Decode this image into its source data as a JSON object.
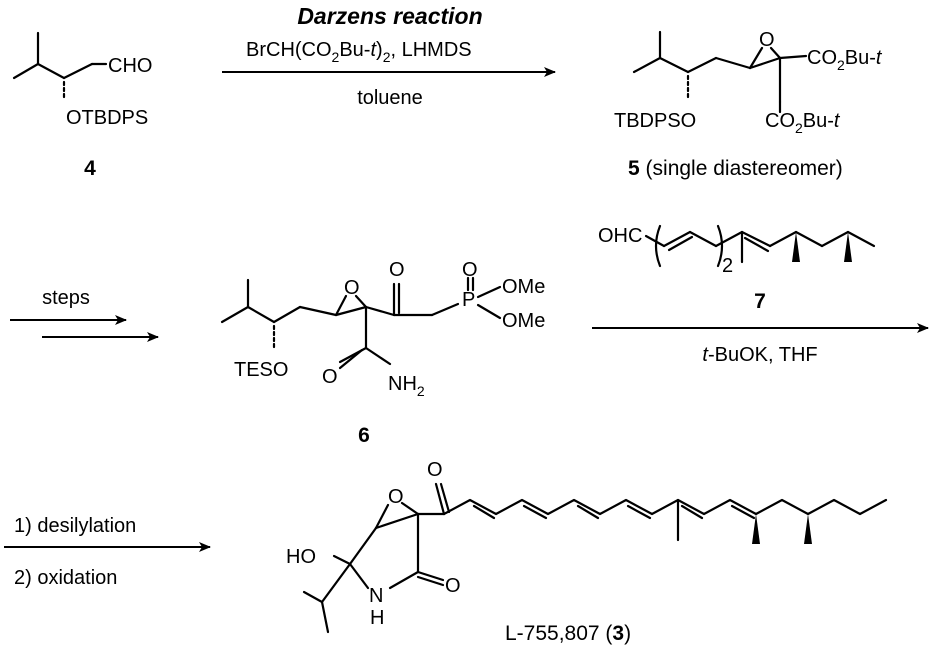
{
  "compound_4": {
    "aldehyde": "CHO",
    "protecting_group": "OTBDPS",
    "number": "4"
  },
  "step_1": {
    "reaction_name": "Darzens reaction",
    "reagent_main": "BrCH(CO",
    "reagent_sub": "2",
    "reagent_bu": "Bu-",
    "reagent_t": "t",
    "reagent_close": ")",
    "reagent_sub2": "2",
    "reagent_base": ", LHMDS",
    "solvent": "toluene"
  },
  "compound_5": {
    "ester_top": "CO",
    "ester_top_sub": "2",
    "ester_top_rest": "Bu-",
    "ester_top_t": "t",
    "ester_bottom": "CO",
    "ester_bottom_sub": "2",
    "ester_bottom_rest": "Bu-",
    "ester_bottom_t": "t",
    "epoxide_o": "O",
    "protecting_group": "TBDPSO",
    "number": "5",
    "note": "(single diastereomer)"
  },
  "step_2": {
    "label": "steps"
  },
  "compound_6": {
    "ketone_o": "O",
    "phosphonate_o": "O",
    "p": "P",
    "ome_top": "OMe",
    "ome_bottom": "OMe",
    "epoxide_o": "O",
    "protecting_group": "TESO",
    "amide_o": "O",
    "amide_n": "NH",
    "amide_n_sub": "2",
    "number": "6"
  },
  "compound_7": {
    "aldehyde": "OHC",
    "repeat": "2",
    "number": "7"
  },
  "step_3": {
    "reagent_t": "t",
    "reagent_rest": "-BuOK, THF"
  },
  "step_4": {
    "line_1": "1) desilylation",
    "line_2": "2) oxidation"
  },
  "compound_3": {
    "ketone_o": "O",
    "epoxide_o": "O",
    "hydroxyl": "HO",
    "lactam_o": "O",
    "n": "N",
    "h": "H",
    "name": "L-755,807 (",
    "number": "3",
    "name_close": ")"
  }
}
